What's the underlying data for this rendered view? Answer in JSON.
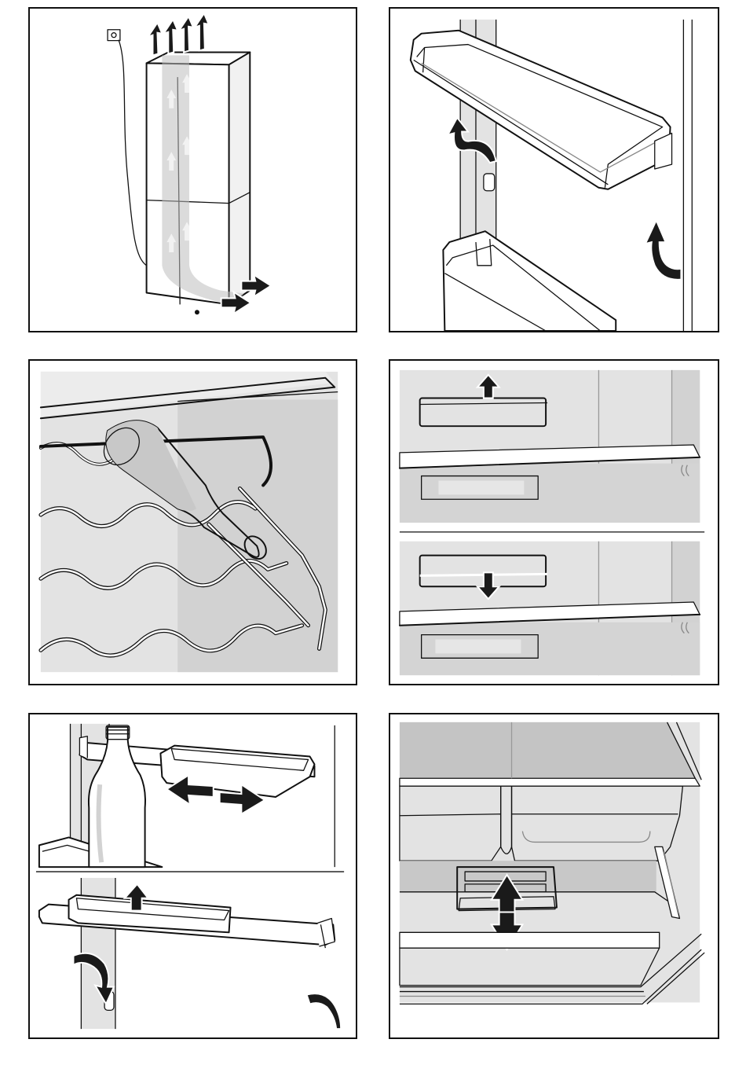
{
  "page": {
    "background": "#ffffff",
    "frame_color": "#111111",
    "shade_light": "#e3e3e3",
    "shade_mid": "#c4c4c4"
  },
  "illustrations": [
    {
      "id": "p1",
      "icon": "fridge-airflow-installation-icon"
    },
    {
      "id": "p2",
      "icon": "door-shelf-removal-icon"
    },
    {
      "id": "p3",
      "icon": "bottle-rack-icon"
    },
    {
      "id": "p4",
      "icon": "shelf-holder-up-down-icon"
    },
    {
      "id": "p5",
      "icon": "sliding-door-tray-icon"
    },
    {
      "id": "p6",
      "icon": "freshness-drawer-slider-icon"
    }
  ]
}
